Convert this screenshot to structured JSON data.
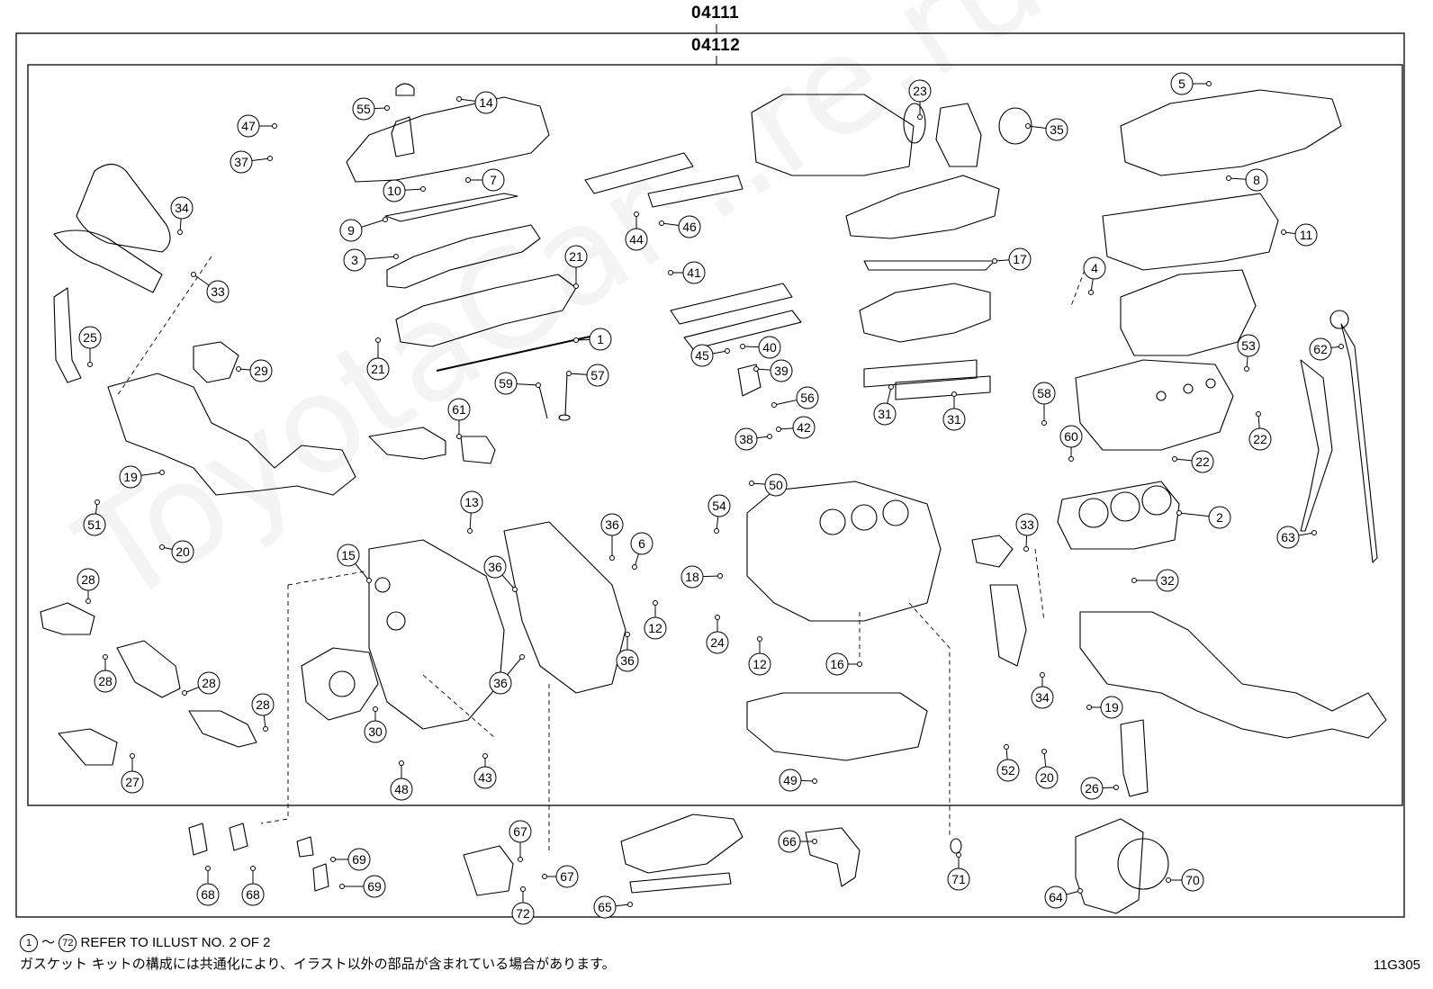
{
  "header": {
    "assembly_outer": "04111",
    "assembly_inner": "04112"
  },
  "footer": {
    "ref_note_start": "1",
    "ref_note_tilde": "～",
    "ref_note_end": "72",
    "ref_note_text": "REFER TO ILLUST NO. 2 OF 2",
    "jp_note": "ガスケット キットの構成には共通化により、イラスト以外の部品が含まれている場合があります。",
    "illustration_code": "11G305"
  },
  "watermark": "ToyotaCar...re.ru",
  "callouts": [
    {
      "n": "55"
    },
    {
      "n": "14"
    },
    {
      "n": "47"
    },
    {
      "n": "37"
    },
    {
      "n": "10"
    },
    {
      "n": "7"
    },
    {
      "n": "9"
    },
    {
      "n": "3"
    },
    {
      "n": "34"
    },
    {
      "n": "33"
    },
    {
      "n": "21"
    },
    {
      "n": "1"
    },
    {
      "n": "21"
    },
    {
      "n": "25"
    },
    {
      "n": "29"
    },
    {
      "n": "59"
    },
    {
      "n": "57"
    },
    {
      "n": "61"
    },
    {
      "n": "19"
    },
    {
      "n": "51"
    },
    {
      "n": "20"
    },
    {
      "n": "13"
    },
    {
      "n": "23"
    },
    {
      "n": "35"
    },
    {
      "n": "5"
    },
    {
      "n": "8"
    },
    {
      "n": "44"
    },
    {
      "n": "46"
    },
    {
      "n": "41"
    },
    {
      "n": "11"
    },
    {
      "n": "17"
    },
    {
      "n": "4"
    },
    {
      "n": "45"
    },
    {
      "n": "40"
    },
    {
      "n": "39"
    },
    {
      "n": "56"
    },
    {
      "n": "38"
    },
    {
      "n": "42"
    },
    {
      "n": "31"
    },
    {
      "n": "31"
    },
    {
      "n": "62"
    },
    {
      "n": "53"
    },
    {
      "n": "22"
    },
    {
      "n": "58"
    },
    {
      "n": "60"
    },
    {
      "n": "22"
    },
    {
      "n": "50"
    },
    {
      "n": "2"
    },
    {
      "n": "54"
    },
    {
      "n": "63"
    },
    {
      "n": "36"
    },
    {
      "n": "6"
    },
    {
      "n": "33"
    },
    {
      "n": "28"
    },
    {
      "n": "15"
    },
    {
      "n": "36"
    },
    {
      "n": "18"
    },
    {
      "n": "32"
    },
    {
      "n": "12"
    },
    {
      "n": "28"
    },
    {
      "n": "24"
    },
    {
      "n": "12"
    },
    {
      "n": "16"
    },
    {
      "n": "36"
    },
    {
      "n": "36"
    },
    {
      "n": "28"
    },
    {
      "n": "28"
    },
    {
      "n": "30"
    },
    {
      "n": "34"
    },
    {
      "n": "19"
    },
    {
      "n": "43"
    },
    {
      "n": "49"
    },
    {
      "n": "52"
    },
    {
      "n": "20"
    },
    {
      "n": "26"
    },
    {
      "n": "27"
    },
    {
      "n": "48"
    },
    {
      "n": "67"
    },
    {
      "n": "66"
    },
    {
      "n": "68"
    },
    {
      "n": "68"
    },
    {
      "n": "69"
    },
    {
      "n": "69"
    },
    {
      "n": "67"
    },
    {
      "n": "71"
    },
    {
      "n": "70"
    },
    {
      "n": "64"
    },
    {
      "n": "65"
    },
    {
      "n": "72"
    }
  ]
}
